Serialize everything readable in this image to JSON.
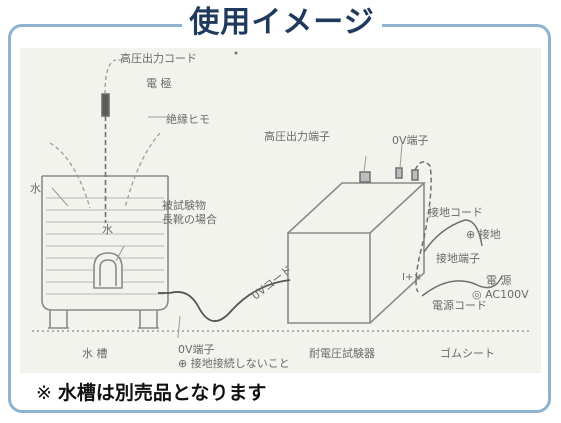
{
  "title": "使用イメージ",
  "note_mark": "※",
  "note": "水槽は別売品となります",
  "labels": {
    "hv_cord": "高圧出力コード",
    "electrode": "電 極",
    "insulating_cord": "絶縁ヒモ",
    "water": "水",
    "water_in_tank": "水",
    "test_object": "被試験物",
    "long_boots": "長靴の場合",
    "tank": "水 槽",
    "hv_terminal": "高圧出力端子",
    "ov_terminal": "0V端子",
    "ground_cord": "接地コード",
    "ground": "⊕ 接地",
    "ground_terminal": "接地端子",
    "power": "電 源",
    "ac100v": "◎ AC100V",
    "power_cord": "電源コード",
    "ov_cord": "0Vコード",
    "ov_terminal_bottom": "0V端子",
    "no_ground": "⊕ 接地接続しないこと",
    "tester": "耐電圧試験器",
    "rubber_sheet": "ゴムシート",
    "small_x": "I+×"
  }
}
